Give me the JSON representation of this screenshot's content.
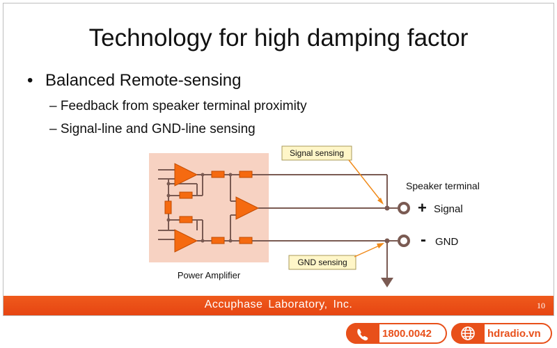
{
  "slide": {
    "title": "Technology for high damping factor",
    "bullet": "Balanced Remote-sensing",
    "sub_bullets": [
      "Feedback from speaker terminal proximity",
      "Signal-line and GND-line sensing"
    ],
    "bullet_marker": "•",
    "sub_marker": "–"
  },
  "diagram": {
    "signal_sensing_label": "Signal sensing",
    "gnd_sensing_label": "GND sensing",
    "speaker_terminal_label": "Speaker terminal",
    "plus_symbol": "+",
    "signal_label": "Signal",
    "minus_symbol": "-",
    "gnd_label": "GND",
    "power_amplifier_label": "Power Amplifier",
    "colors": {
      "amp_box": "#f7d2c2",
      "amplifier": "#f56a10",
      "resistor": "#f56a10",
      "wire": "#7a5a52",
      "callout_fill": "#fff6c8",
      "callout_border": "#a89a5a",
      "arrow": "#f08a1a"
    }
  },
  "footer": {
    "text": "Accuphase Laboratory, Inc.",
    "page_number": "10",
    "color": "#e64512"
  },
  "contact": {
    "phone": "1800.0042",
    "website": "hdradio.vn",
    "phone_icon": "phone-icon",
    "web_icon": "globe-icon",
    "accent": "#e8501a"
  }
}
